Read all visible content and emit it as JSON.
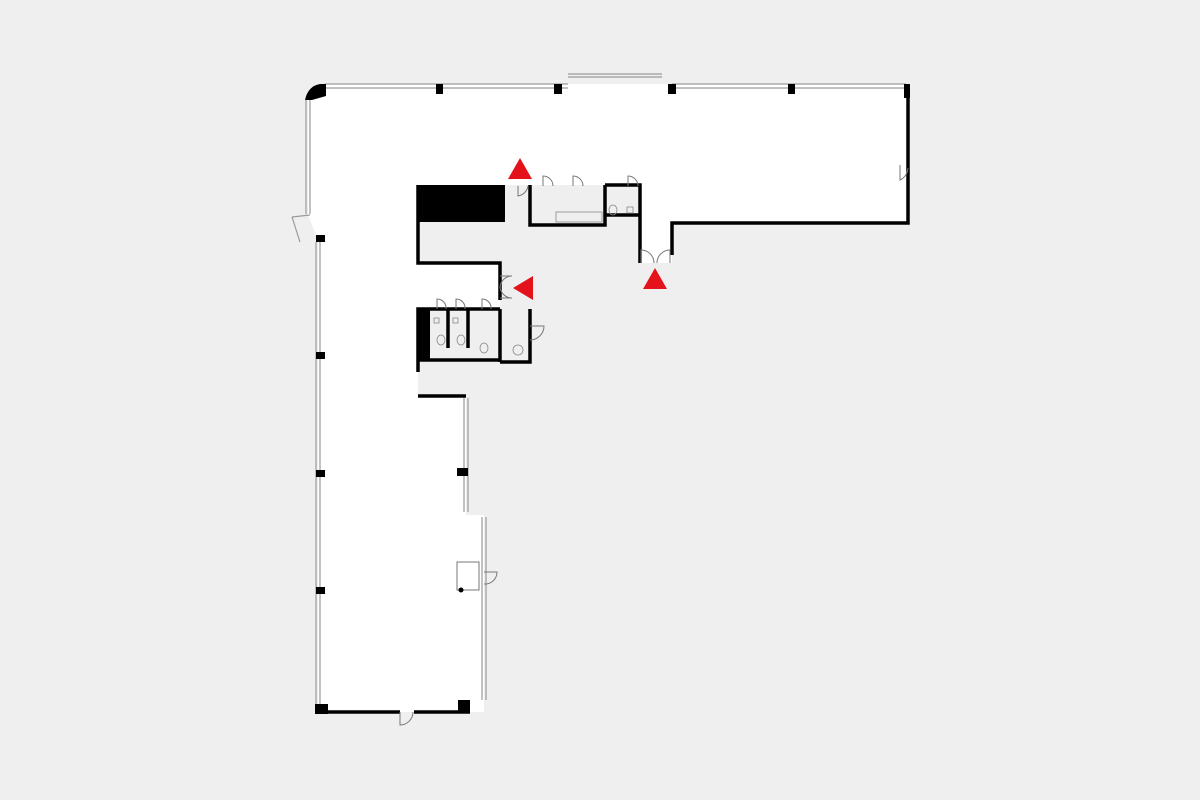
{
  "plan": {
    "colors": {
      "background": "#efefef",
      "floor": "#ffffff",
      "wall": "#000000",
      "window": "#9a9a9a",
      "entrance_marker": "#e3121b"
    },
    "entrance_markers": [
      {
        "id": "north-entrance",
        "direction": "up"
      },
      {
        "id": "core-entrance",
        "direction": "left"
      },
      {
        "id": "east-entrance",
        "direction": "up"
      }
    ]
  }
}
